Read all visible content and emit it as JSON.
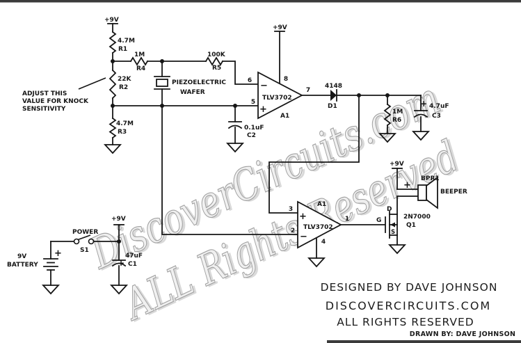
{
  "watermark": {
    "line1": "DiscoverCircuits.com",
    "line2": "ALL Rights Reserved"
  },
  "symbols": {
    "plus": "+",
    "minus": "−",
    "supply": "+9V"
  },
  "annotation": {
    "line1": "ADJUST THIS",
    "line2": "VALUE FOR KNOCK",
    "line3": "SENSITIVITY"
  },
  "components": {
    "r1": {
      "value": "4.7M",
      "ref": "R1"
    },
    "r2": {
      "value": "22K",
      "ref": "R2"
    },
    "r3": {
      "value": "4.7M",
      "ref": "R3"
    },
    "r4": {
      "value": "1M",
      "ref": "R4"
    },
    "r5": {
      "value": "100K",
      "ref": "R5"
    },
    "r6": {
      "value": "1M",
      "ref": "R6"
    },
    "c1": {
      "value": "47uF",
      "ref": "C1"
    },
    "c2": {
      "value": "0.1uF",
      "ref": "C2"
    },
    "c3": {
      "value": "4.7uF",
      "ref": "C3"
    },
    "d1": {
      "value": "4148",
      "ref": "D1"
    },
    "q1": {
      "part": "2N7000",
      "ref": "Q1",
      "drain": "D",
      "gate": "G",
      "source": "S"
    },
    "piezo": {
      "line1": "PIEZOELECTRIC",
      "line2": "WAFER"
    },
    "beeper": {
      "ref": "BPR1",
      "label": "BEEPER"
    },
    "battery": {
      "value": "9V",
      "label": "BATTERY"
    },
    "switch": {
      "label": "POWER",
      "ref": "S1"
    }
  },
  "comparator1": {
    "part": "TLV3702",
    "ref": "A1",
    "pin_in_minus": "6",
    "pin_in_plus": "5",
    "pin_supply": "8",
    "pin_out": "7"
  },
  "comparator2": {
    "part": "TLV3702",
    "ref": "A1",
    "pin_in_plus": "3",
    "pin_in_minus": "2",
    "pin_out": "1",
    "pin_gnd": "4"
  },
  "credits": {
    "designed_by": "DESIGNED BY DAVE JOHNSON",
    "site": "DISCOVERCIRCUITS.COM",
    "rights": "ALL RIGHTS RESERVED",
    "drawn_by": "DRAWN BY: DAVE JOHNSON"
  }
}
